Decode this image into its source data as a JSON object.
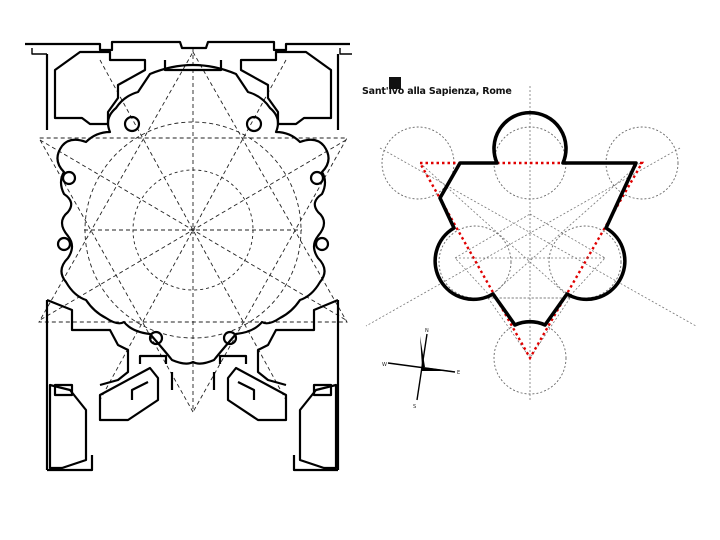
{
  "caption": "Sant'Ivo alla Sapienza, Rome",
  "compass": {
    "north": "N",
    "south": "S",
    "east": "E",
    "west": "W"
  },
  "colors": {
    "wall": "#000000",
    "geometry_lines": "#555555",
    "construction_triangle": "#e00000"
  }
}
